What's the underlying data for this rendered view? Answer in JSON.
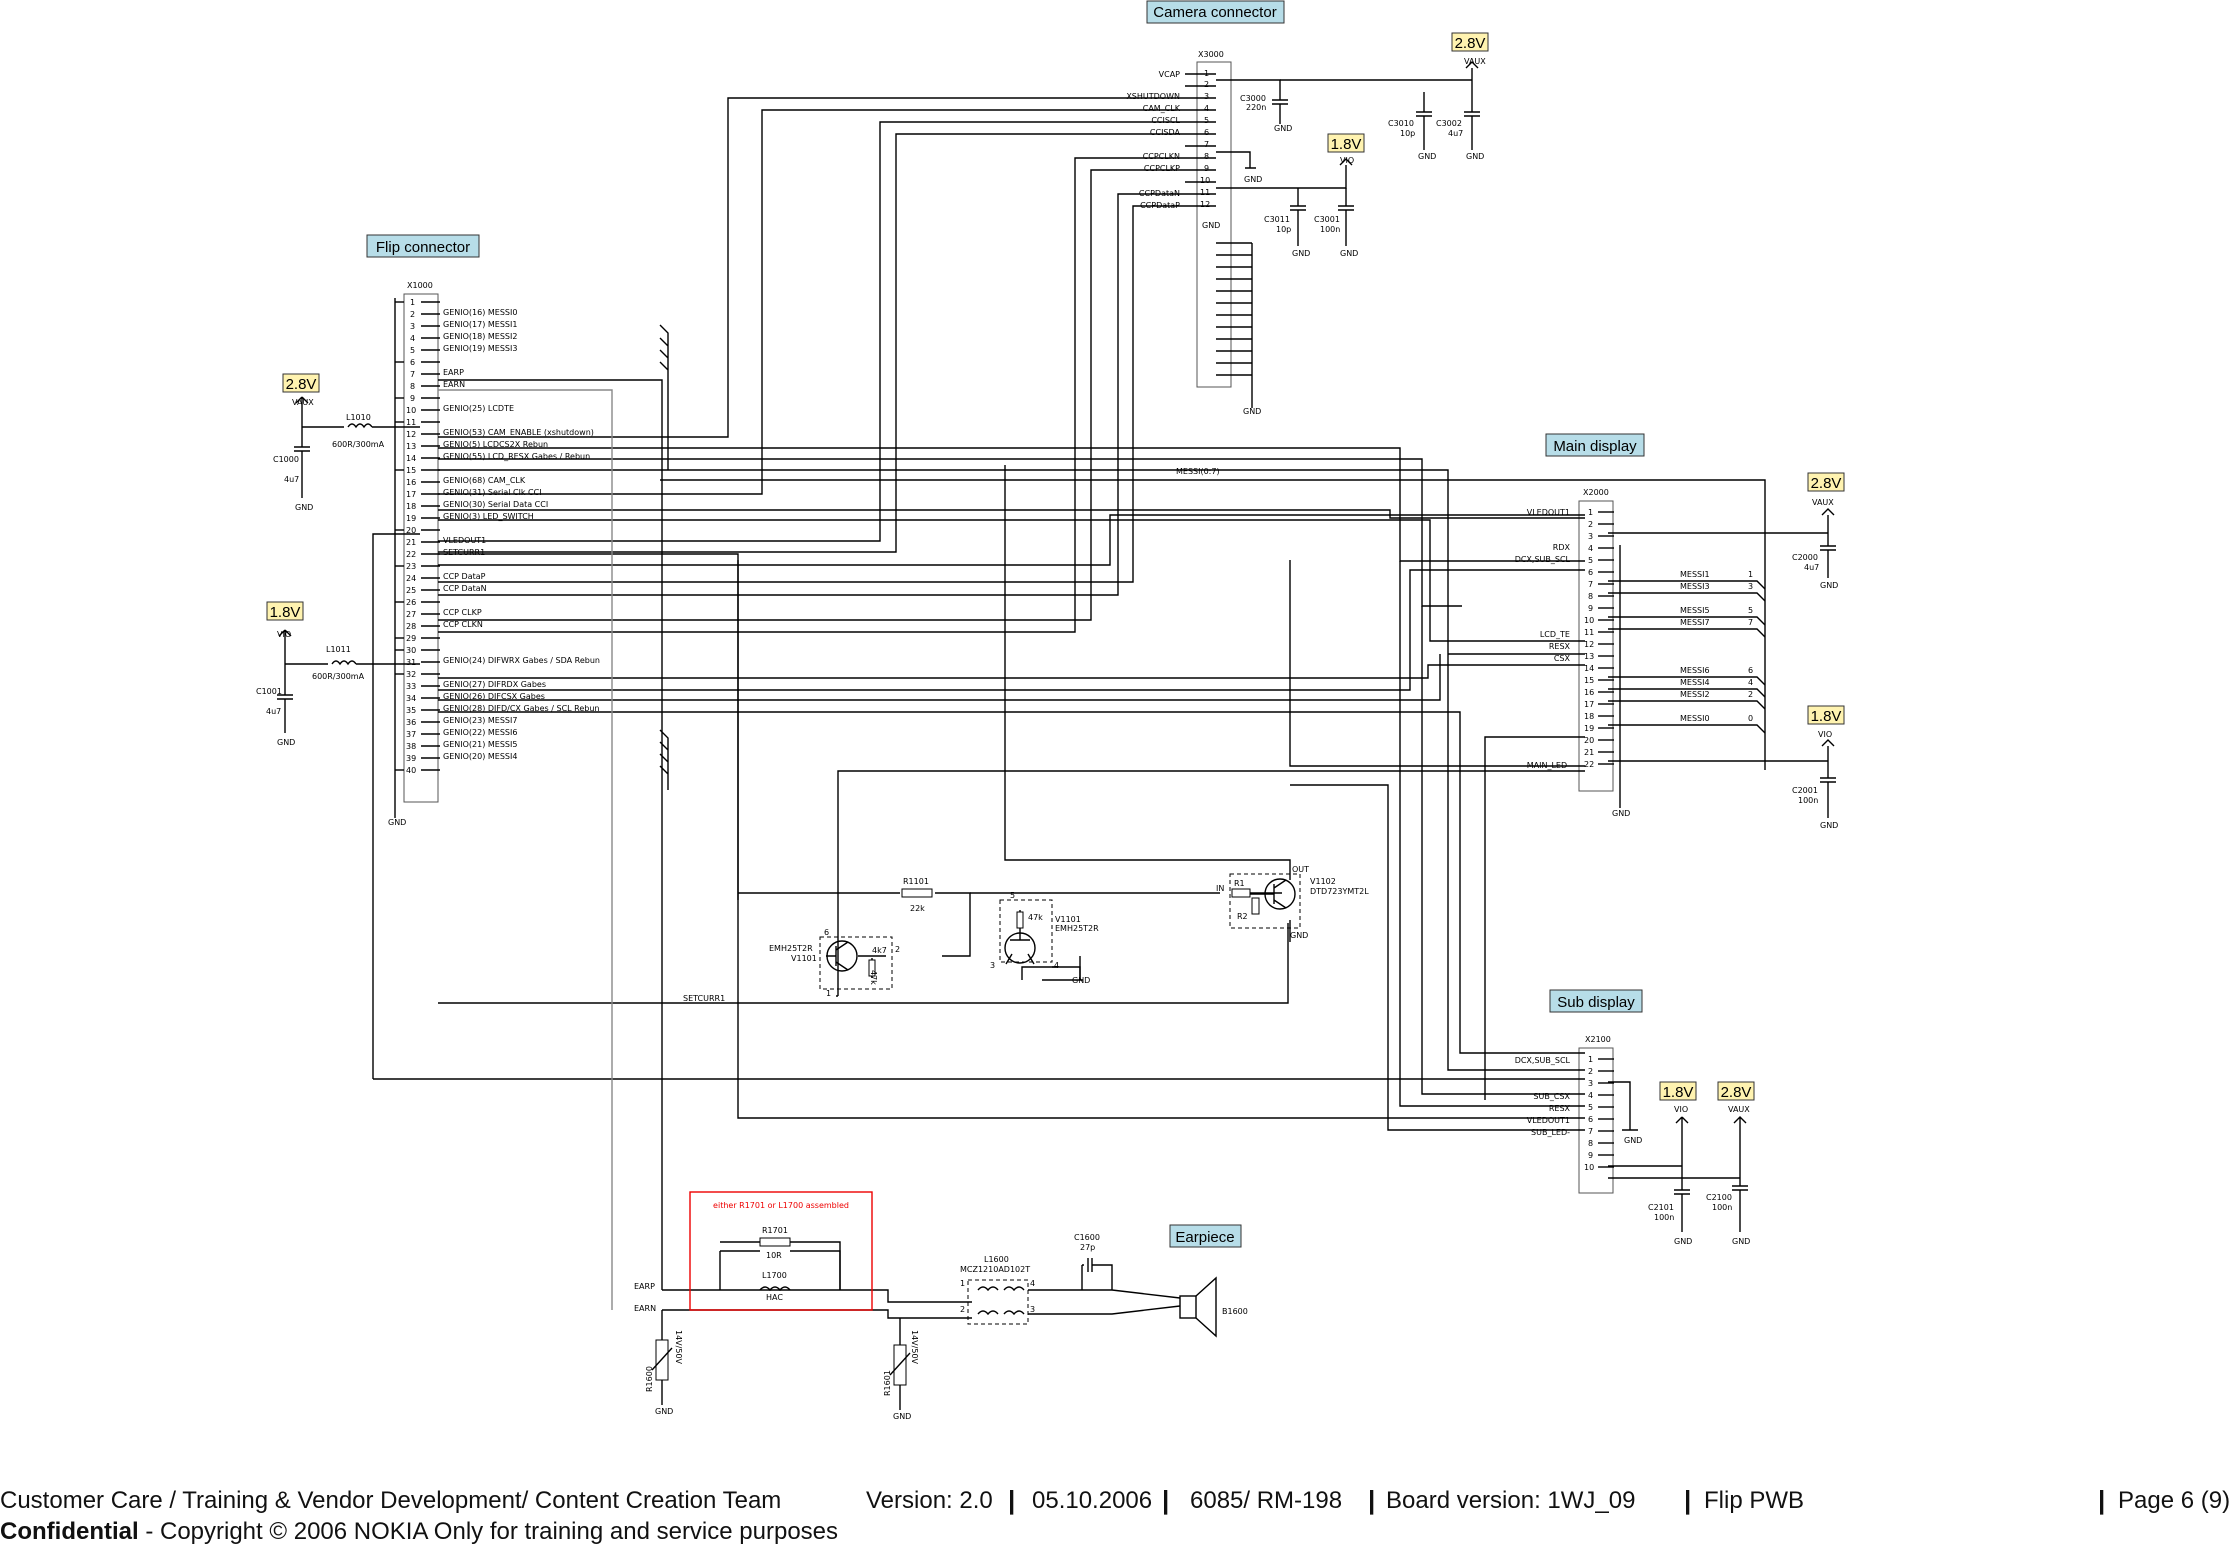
{
  "labels": {
    "camera": "Camera connector",
    "flip": "Flip connector",
    "main": "Main display",
    "sub": "Sub display",
    "ear": "Earpiece"
  },
  "volts": {
    "v28": "2.8V",
    "v18": "1.8V"
  },
  "nets": {
    "vaux": "VAUX",
    "vio": "VIO",
    "gnd": "GND",
    "messi_bus": "MESSI(0:7)",
    "setcurr": "SETCURR1",
    "earp": "EARP",
    "earn": "EARN",
    "in": "IN",
    "out": "OUT"
  },
  "refs": {
    "x3000": "X3000",
    "x1000": "X1000",
    "x2000": "X2000",
    "x2100": "X2100",
    "l1010": "L1010",
    "l1010v": "600R/300mA",
    "l1011": "L1011",
    "l1011v": "600R/300mA",
    "c1000": "C1000",
    "c1000v": "4u7",
    "c1001": "C1001",
    "c1001v": "4u7",
    "c3000": "C3000",
    "c3000v": "220n",
    "c3010": "C3010",
    "c3010v": "10p",
    "c3002": "C3002",
    "c3002v": "4u7",
    "c3011": "C3011",
    "c3011v": "10p",
    "c3001": "C3001",
    "c3001v": "100n",
    "c2000": "C2000",
    "c2000v": "4u7",
    "c2001": "C2001",
    "c2001v": "100n",
    "c2101": "C2101",
    "c2101v": "100n",
    "c2100": "C2100",
    "c2100v": "100n",
    "r1101": "R1101",
    "r1101v": "22k",
    "v1101": "V1101",
    "v1101t": "EMH25T2R",
    "v1102": "V1102",
    "v1102t": "DTD723YMT2L",
    "r1": "R1",
    "r2": "R2",
    "r4k7": "4k7",
    "r47k": "47k",
    "r1701": "R1701",
    "r1701v": "10R",
    "l1700": "L1700",
    "l1700v": "HAC",
    "l1600": "L1600",
    "l1600t": "MCZ1210AD102T",
    "c1600": "C1600",
    "c1600v": "27p",
    "b1600": "B1600",
    "r1600": "R1600",
    "r1601": "R1601",
    "varv": "14V/50V",
    "assembled_note": "either R1701 or L1700 assembled"
  },
  "cam_signals": [
    "VCAP",
    "XSHUTDOWN",
    "CAM_CLK",
    "CCISCL",
    "CCISDA",
    "CCPCLKN",
    "CCPCLKP",
    "CCPDataN",
    "CCPDataP"
  ],
  "flip_signals": [
    "GENIO(16) MESSI0",
    "GENIO(17) MESSI1",
    "GENIO(18) MESSI2",
    "GENIO(19) MESSI3",
    "EARP",
    "EARN",
    "GENIO(25) LCDTE",
    "GENIO(53) CAM_ENABLE (xshutdown)",
    "GENIO(5) LCDCS2X Rebun",
    "GENIO(55) LCD_RESX Gabes / Rebun",
    "GENIO(68) CAM_CLK",
    "GENIO(31) Serial Clk CCI",
    "GENIO(30) Serial Data CCI",
    "GENIO(3) LED_SWITCH",
    "VLEDOUT1",
    "SETCURR1",
    "CCP DataP",
    "CCP DataN",
    "CCP CLKP",
    "CCP CLKN",
    "GENIO(24) DIFWRX Gabes / SDA Rebun",
    "GENIO(27) DIFRDX Gabes",
    "GENIO(26) DIFCSX Gabes",
    "GENIO(28) DIFD/CX Gabes / SCL Rebun",
    "GENIO(23) MESSI7",
    "GENIO(22) MESSI6",
    "GENIO(21) MESSI5",
    "GENIO(20) MESSI4"
  ],
  "main_signals": [
    "VLEDOUT1",
    "RDX",
    "DCX,SUB_SCL",
    "MESSI1",
    "MESSI3",
    "MESSI5",
    "MESSI7",
    "LCD_TE",
    "RESX",
    "CSX",
    "MESSI6",
    "MESSI4",
    "MESSI2",
    "MESSI0",
    "MAIN_LED-"
  ],
  "sub_signals": [
    "DCX,SUB_SCL",
    "SUB_CSX",
    "RESX",
    "VLEDOUT1",
    "SUB_LED-"
  ],
  "footer": {
    "line1": "Customer Care / Training & Vendor Development/ Content Creation Team",
    "conf": "Confidential",
    "line2": " - Copyright © 2006 NOKIA   Only for training and service purposes",
    "version": "Version: 2.0",
    "date": "05.10.2006",
    "model": "6085/ RM-198",
    "board": "Board version: 1WJ_09",
    "pwb": "Flip PWB",
    "page": "Page 6 (9)"
  }
}
